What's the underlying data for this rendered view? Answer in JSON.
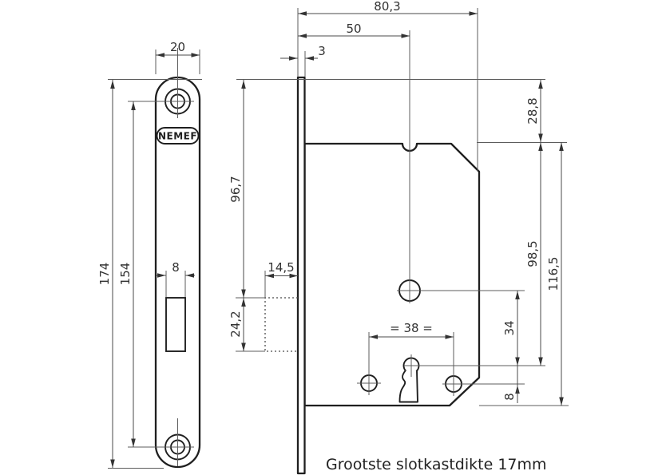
{
  "caption": "Grootste slotkastdikte 17mm",
  "brand_label": "NEMEF",
  "colors": {
    "line": "#1f1f1f",
    "dimension": "#4a4a4a",
    "text": "#333333",
    "background": "#ffffff"
  },
  "faceplate_view": {
    "width": "20",
    "height": "174",
    "hole_spacing": "154",
    "slot_width": "8"
  },
  "case_view": {
    "total_width": "80,3",
    "backset": "50",
    "faceplate_thickness": "3",
    "top_offset": "28,8",
    "top_to_latch": "96,7",
    "latch_depth": "14,5",
    "latch_height": "24,2",
    "case_top_to_keyhole": "98,5",
    "case_height": "116,5",
    "hub_to_keyhole": "34",
    "screw_spacing": "= 38 =",
    "keyhole_to_screw": "8"
  }
}
